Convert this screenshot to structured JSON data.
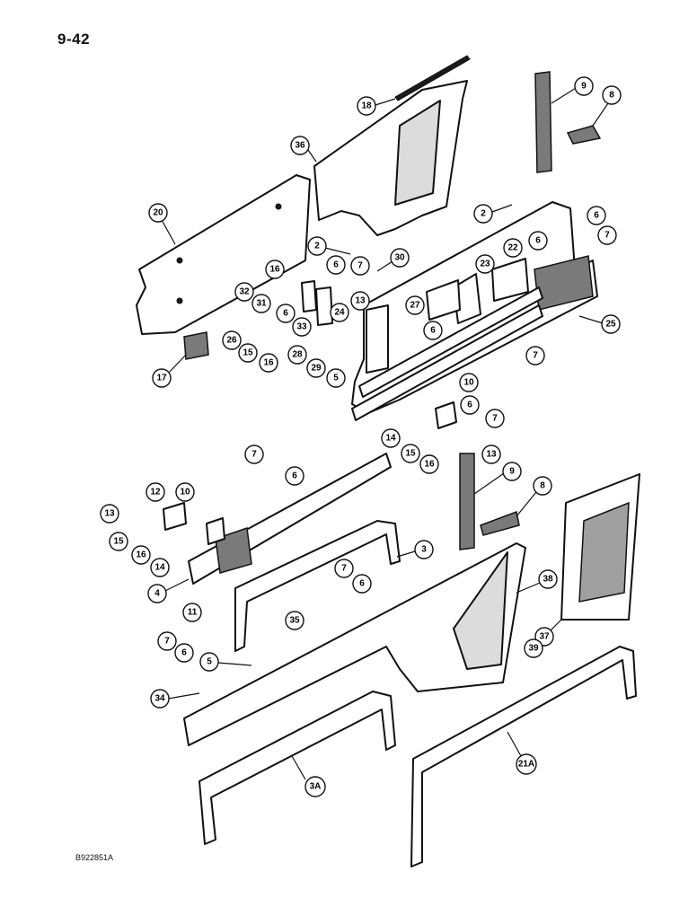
{
  "page_number": "9-42",
  "figure_code": "B922851A",
  "callouts": [
    "18",
    "36",
    "9",
    "8",
    "20",
    "2",
    "6",
    "7",
    "30",
    "16",
    "32",
    "31",
    "22",
    "23",
    "24",
    "33",
    "13",
    "27",
    "26",
    "15",
    "28",
    "29",
    "5",
    "25",
    "17",
    "10",
    "14",
    "12",
    "3",
    "11",
    "4",
    "35",
    "34",
    "38",
    "37",
    "39",
    "21A",
    "3A"
  ]
}
